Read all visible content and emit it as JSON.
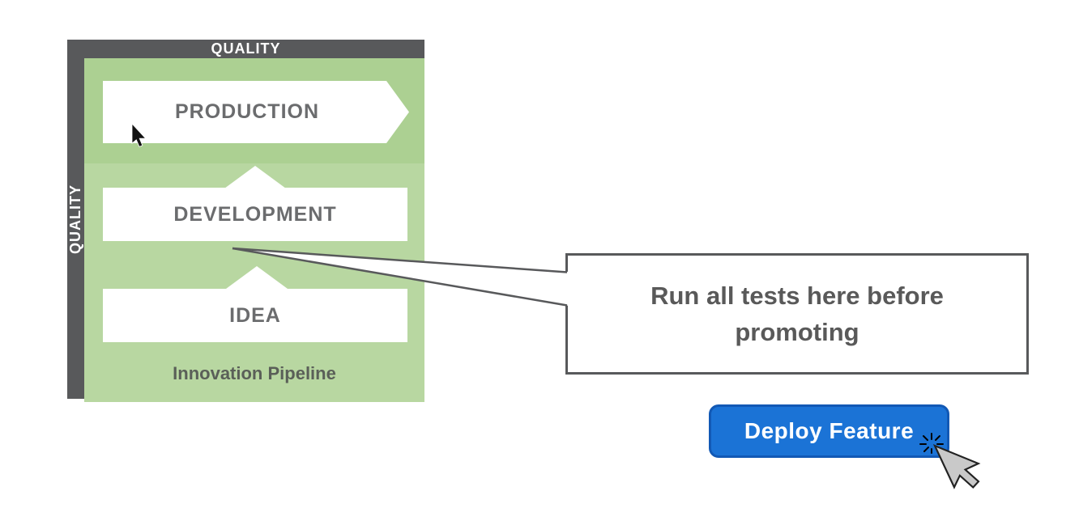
{
  "page": {
    "background": "#ffffff"
  },
  "diagram": {
    "caption": "Innovation Pipeline",
    "top_axis_label": "QUALITY",
    "left_axis_label": "QUALITY",
    "stages": [
      {
        "label": "PRODUCTION"
      },
      {
        "label": "DEVELOPMENT"
      },
      {
        "label": "IDEA"
      }
    ],
    "colors": {
      "axis_bar": "#58595b",
      "background_top_band": "#acd092",
      "background": "#b8d7a1",
      "stage_text": "#6b6c6e",
      "caption_text": "#5a5f58"
    }
  },
  "callout": {
    "text": "Run all tests here before promoting",
    "border_color": "#58595b",
    "text_color": "#595959"
  },
  "deploy_button": {
    "label": "Deploy Feature",
    "fill_color": "#1b73d6",
    "border_color": "#1259b5",
    "text_color": "#ffffff"
  },
  "icons": {
    "hover_cursor": "black-arrow-cursor",
    "click_cursor": "gray-arrow-cursor",
    "click_effect": "click-burst"
  }
}
